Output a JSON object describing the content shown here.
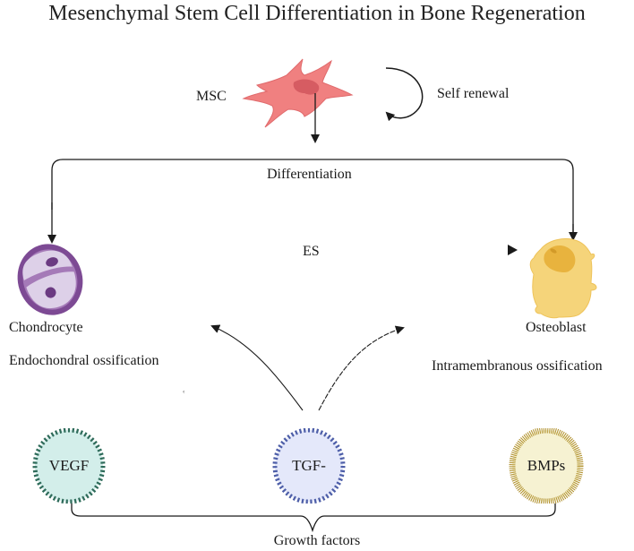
{
  "title": "Mesenchymal Stem Cell Differentiation in Bone Regeneration",
  "nodes": {
    "msc": {
      "label": "MSC",
      "icon": "mesenchymal-stem-cell-icon",
      "color": "#f08080",
      "nucleus_color": "#d65c62"
    },
    "self_renewal": {
      "label": "Self renewal",
      "icon": "circular-arrow-icon"
    },
    "differentiation": {
      "label": "Differentiation"
    },
    "es": {
      "label": "ES"
    },
    "chondrocyte": {
      "label": "Chondrocyte",
      "icon": "chondrocyte-icon",
      "color": "#7d4a94",
      "fill": "#ddd0e8"
    },
    "endochondral": {
      "label": "Endochondral ossification"
    },
    "osteoblast": {
      "label": "Osteoblast",
      "icon": "osteoblast-icon",
      "color": "#f5d47a",
      "nucleus_color": "#e8b33e"
    },
    "intramembranous": {
      "label": "Intramembranous ossification"
    },
    "stray_glyph": "ʿ"
  },
  "growth_factors": {
    "label": "Growth factors",
    "items": [
      {
        "label": "VEGF",
        "fill": "#d3eeea",
        "border": "#2e6b5a"
      },
      {
        "label": "TGF-",
        "fill": "#e4e8fa",
        "border": "#4d5ea8"
      },
      {
        "label": "BMPs",
        "fill": "#f6f2d2",
        "border": "#b0902c"
      }
    ]
  }
}
